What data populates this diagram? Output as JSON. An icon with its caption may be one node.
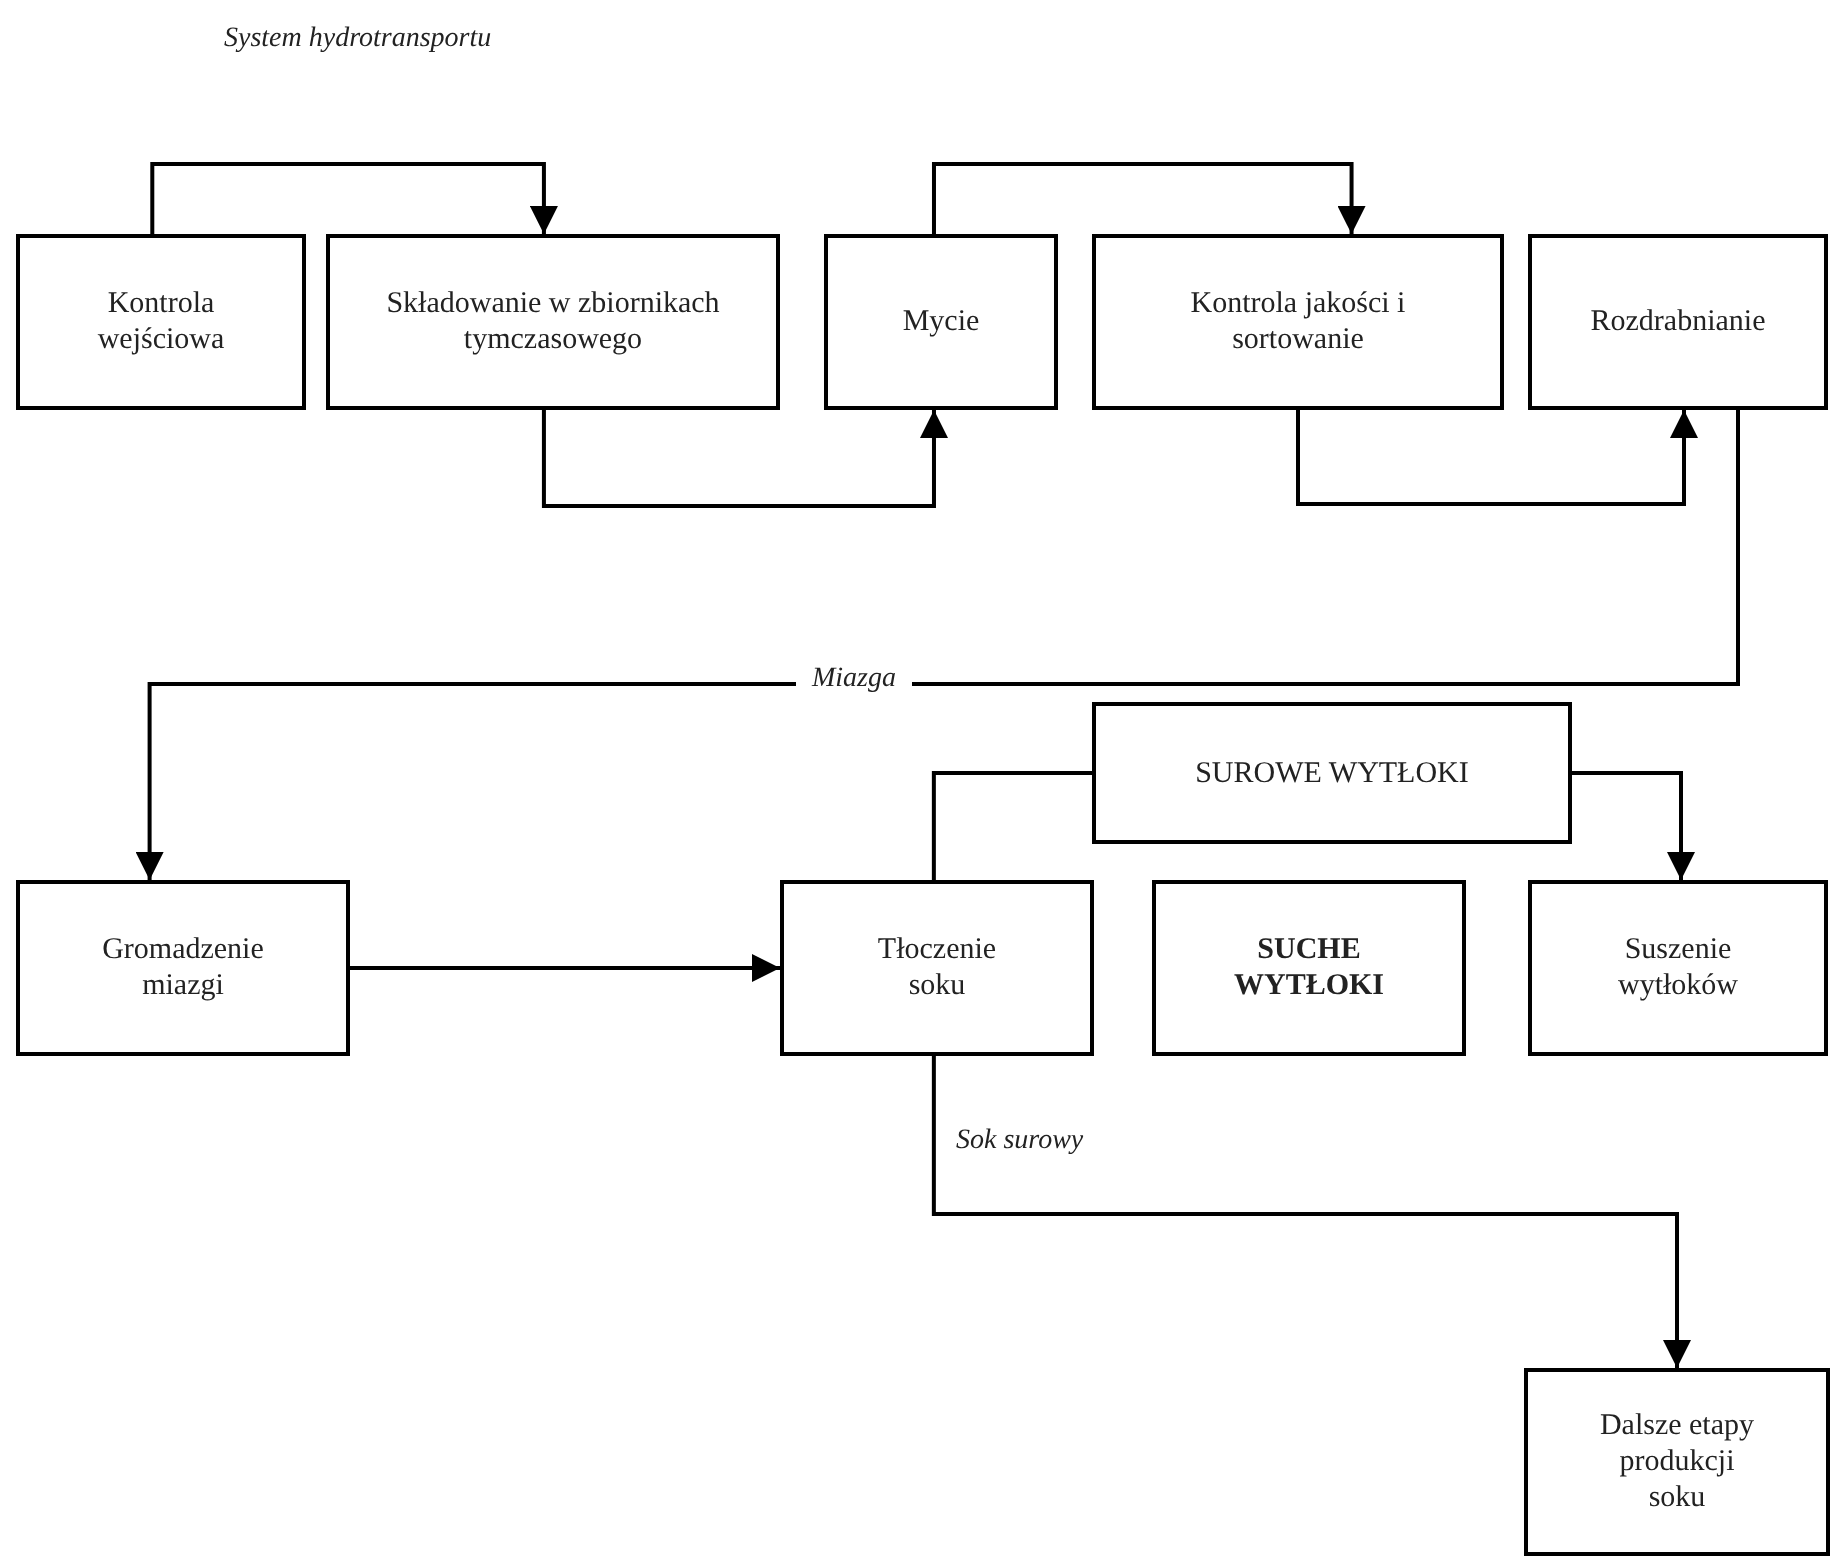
{
  "diagram": {
    "nodes": [
      {
        "text": [
          "Kontrola wejściowa"
        ]
      },
      {
        "text": [
          "Składowanie w zbiornikach tymczasowego"
        ]
      },
      {
        "text": [
          "Mycie"
        ]
      },
      {
        "text": [
          "Kontrola jakości i sortowanie"
        ]
      },
      {
        "text": [
          "Rozdrabnianie"
        ]
      },
      {
        "text": [
          "SUROWE WYTŁOKI"
        ]
      },
      {
        "text": [
          "Gromadzenie miazgi"
        ]
      },
      {
        "text": [
          "Tłoczenie soku"
        ]
      },
      {
        "text": [
          "SUCHE WYTŁOKI"
        ]
      },
      {
        "text": [
          "Suszenie wytłoków"
        ]
      },
      {
        "text": [
          "Dalsze etapy produkcji soku"
        ]
      }
    ],
    "edges": [
      {
        "from": 0,
        "to": 1,
        "arrow": "to"
      },
      {
        "from": 1,
        "to": 2,
        "arrow": "to"
      },
      {
        "from": 2,
        "to": 3,
        "arrow": "to"
      },
      {
        "from": 3,
        "to": 4,
        "arrow": "to"
      },
      {
        "from": 4,
        "to": 6,
        "arrow": "to",
        "label": "Miazga"
      },
      {
        "from": 6,
        "to": 7,
        "arrow": "to"
      },
      {
        "from": 7,
        "to": 5,
        "arrow": "none"
      },
      {
        "from": 5,
        "to": 9,
        "arrow": "to"
      },
      {
        "from": 7,
        "to": 10,
        "arrow": "to",
        "label": "Sok surowy"
      }
    ],
    "labels": [
      "System hydrotransportu"
    ]
  }
}
